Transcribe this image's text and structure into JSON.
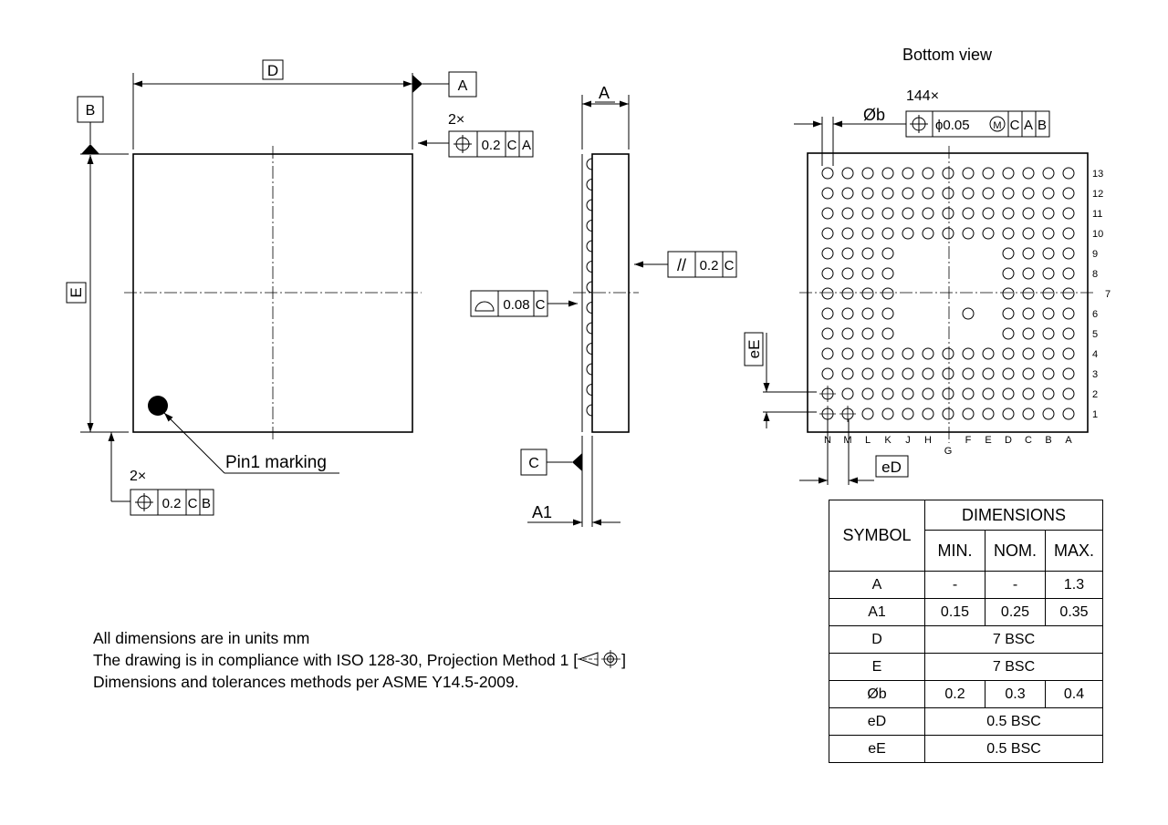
{
  "top_view": {
    "dim_D": "D",
    "dim_E": "E",
    "datum_A": "A",
    "datum_B": "B",
    "count_label": "2×",
    "tol_frame_right": [
      "⌖",
      "0.2",
      "C",
      "A"
    ],
    "tol_frame_bottom": [
      "⌖",
      "0.2",
      "C",
      "B"
    ],
    "count_label_bottom": "2×",
    "pin1_label": "Pin1 marking"
  },
  "side_view": {
    "dim_A": "A",
    "dim_A1": "A1",
    "datum_C": "C",
    "parallel_frame": [
      "//",
      "0.2",
      "C"
    ],
    "profile_frame": [
      "⌓",
      "0.08",
      "C"
    ]
  },
  "bottom_view": {
    "title": "Bottom view",
    "count_label": "144×",
    "dim_b": "Øb",
    "position_frame": [
      "⌖",
      "ϕ0.05",
      "M",
      "C",
      "A",
      "B"
    ],
    "dim_eE": "eE",
    "dim_eD": "eD",
    "rows": [
      "13",
      "12",
      "11",
      "10",
      "9",
      "8",
      "7",
      "6",
      "5",
      "4",
      "3",
      "2",
      "1"
    ],
    "columns": [
      "N",
      "M",
      "L",
      "K",
      "J",
      "H",
      "G",
      "F",
      "E",
      "D",
      "C",
      "B",
      "A"
    ]
  },
  "notes": {
    "line1": "All dimensions are in units mm",
    "line2_prefix": "The drawing is in compliance with ISO 128-30, Projection Method 1 [",
    "line2_suffix": "]",
    "line3": "Dimensions and tolerances methods per ASME Y14.5-2009."
  },
  "table": {
    "symbol_header": "SYMBOL",
    "dimensions_header": "DIMENSIONS",
    "min_header": "MIN.",
    "nom_header": "NOM.",
    "max_header": "MAX.",
    "rows": [
      {
        "symbol": "A",
        "min": "-",
        "nom": "-",
        "max": "1.3"
      },
      {
        "symbol": "A1",
        "min": "0.15",
        "nom": "0.25",
        "max": "0.35"
      },
      {
        "symbol": "D",
        "span": "7 BSC"
      },
      {
        "symbol": "E",
        "span": "7 BSC"
      },
      {
        "symbol": "Øb",
        "min": "0.2",
        "nom": "0.3",
        "max": "0.4"
      },
      {
        "symbol": "eD",
        "span": "0.5 BSC"
      },
      {
        "symbol": "eE",
        "span": "0.5 BSC"
      }
    ]
  }
}
